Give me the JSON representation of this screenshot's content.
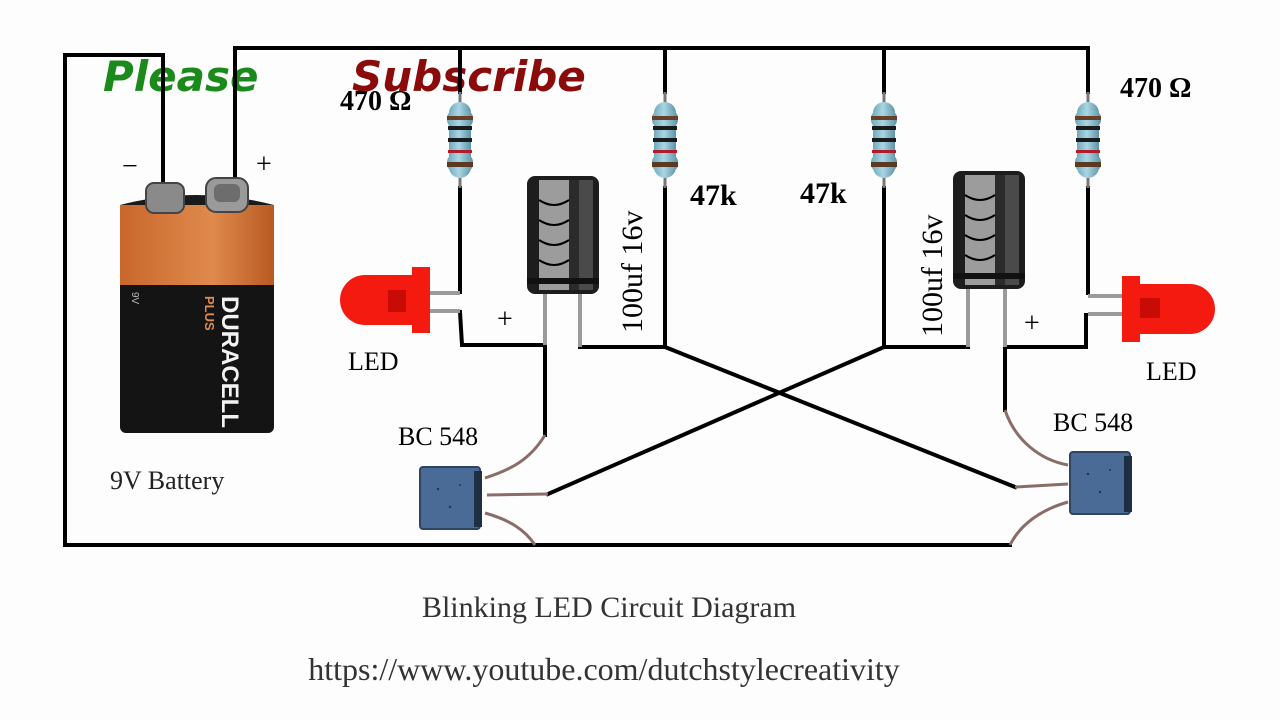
{
  "banner": {
    "please": "Please",
    "subscribe": "Subscribe",
    "please_color": "#1a8a1a",
    "subscribe_color": "#8b0a0a"
  },
  "battery": {
    "label": "9V Battery",
    "minus": "−",
    "plus": "+",
    "brand": "DURACELL",
    "sub_brand": "PLUS",
    "voltage_mark": "9V"
  },
  "components": {
    "r_left_led": "470 Ω",
    "r_right_led": "470 Ω",
    "r_left_base": "47k",
    "r_right_base": "47k",
    "cap_left": "100uf 16v",
    "cap_right": "100uf 16v",
    "cap_left_plus": "+",
    "cap_right_plus": "+",
    "led_left": "LED",
    "led_right": "LED",
    "transistor_left": "BC 548",
    "transistor_right": "BC 548"
  },
  "colors": {
    "led_red": "#f41a10",
    "transistor_blue": "#4a6b95",
    "resistor_body": "#8fc4d4",
    "battery_copper": "#d9773b"
  },
  "caption": {
    "title": "Blinking LED Circuit Diagram",
    "url": "https://www.youtube.com/dutchstylecreativity"
  }
}
